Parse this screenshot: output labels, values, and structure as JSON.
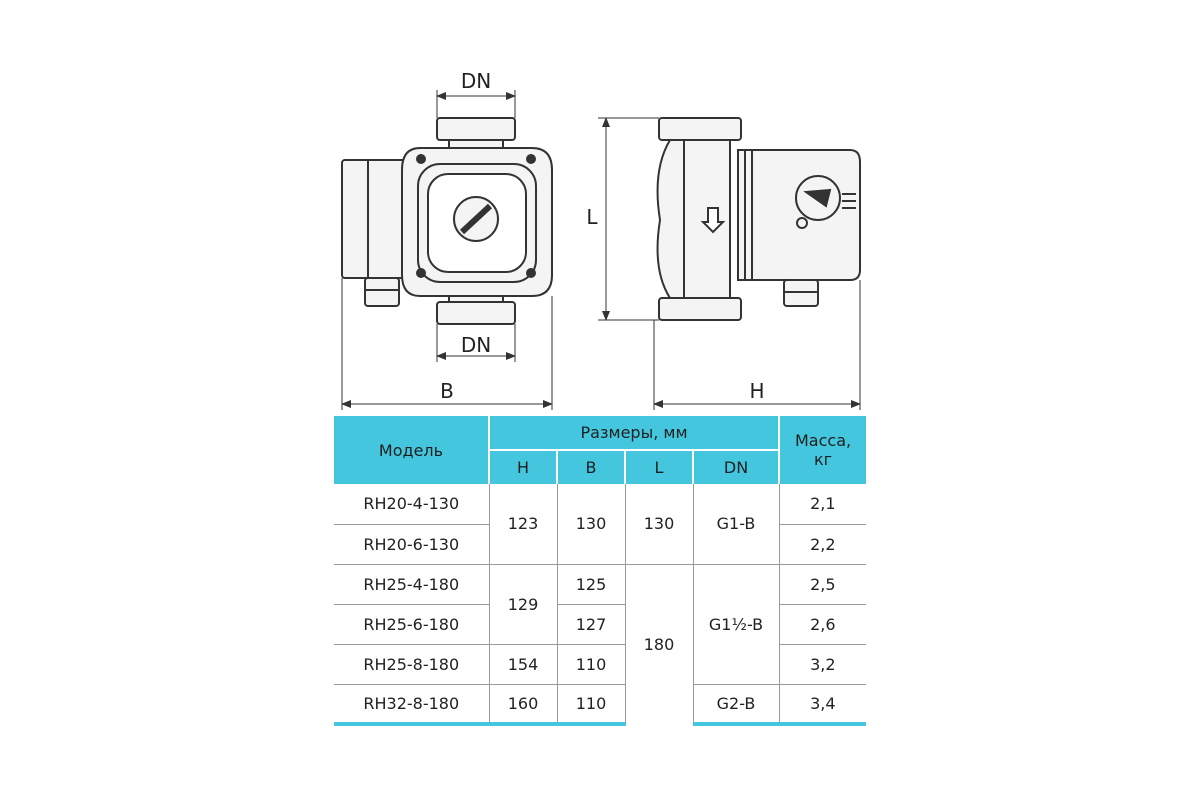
{
  "drawing": {
    "label_dn_top": "DN",
    "label_dn_bottom": "DN",
    "label_b": "B",
    "label_l": "L",
    "label_h": "H"
  },
  "table": {
    "header_model": "Модель",
    "header_dimensions": "Размеры, мм",
    "header_mass_line1": "Масса,",
    "header_mass_line2": "кг",
    "sub_h": "H",
    "sub_b": "B",
    "sub_l": "L",
    "sub_dn": "DN",
    "rows": [
      {
        "model": "RH20-4-130",
        "h": "123",
        "b": "130",
        "l": "130",
        "dn": "G1-B",
        "mass": "2,1"
      },
      {
        "model": "RH20-6-130",
        "mass": "2,2"
      },
      {
        "model": "RH25-4-180",
        "h": "129",
        "b": "125",
        "l": "180",
        "dn": "G1½-B",
        "mass": "2,5"
      },
      {
        "model": "RH25-6-180",
        "b": "127",
        "mass": "2,6"
      },
      {
        "model": "RH25-8-180",
        "h": "154",
        "b": "110",
        "mass": "3,2"
      },
      {
        "model": "RH32-8-180",
        "h": "160",
        "b": "110",
        "dn": "G2-B",
        "mass": "3,4"
      }
    ]
  },
  "colors": {
    "header_bg": "#45c6df",
    "line": "#333333",
    "body_fill": "#f4f4f4"
  }
}
